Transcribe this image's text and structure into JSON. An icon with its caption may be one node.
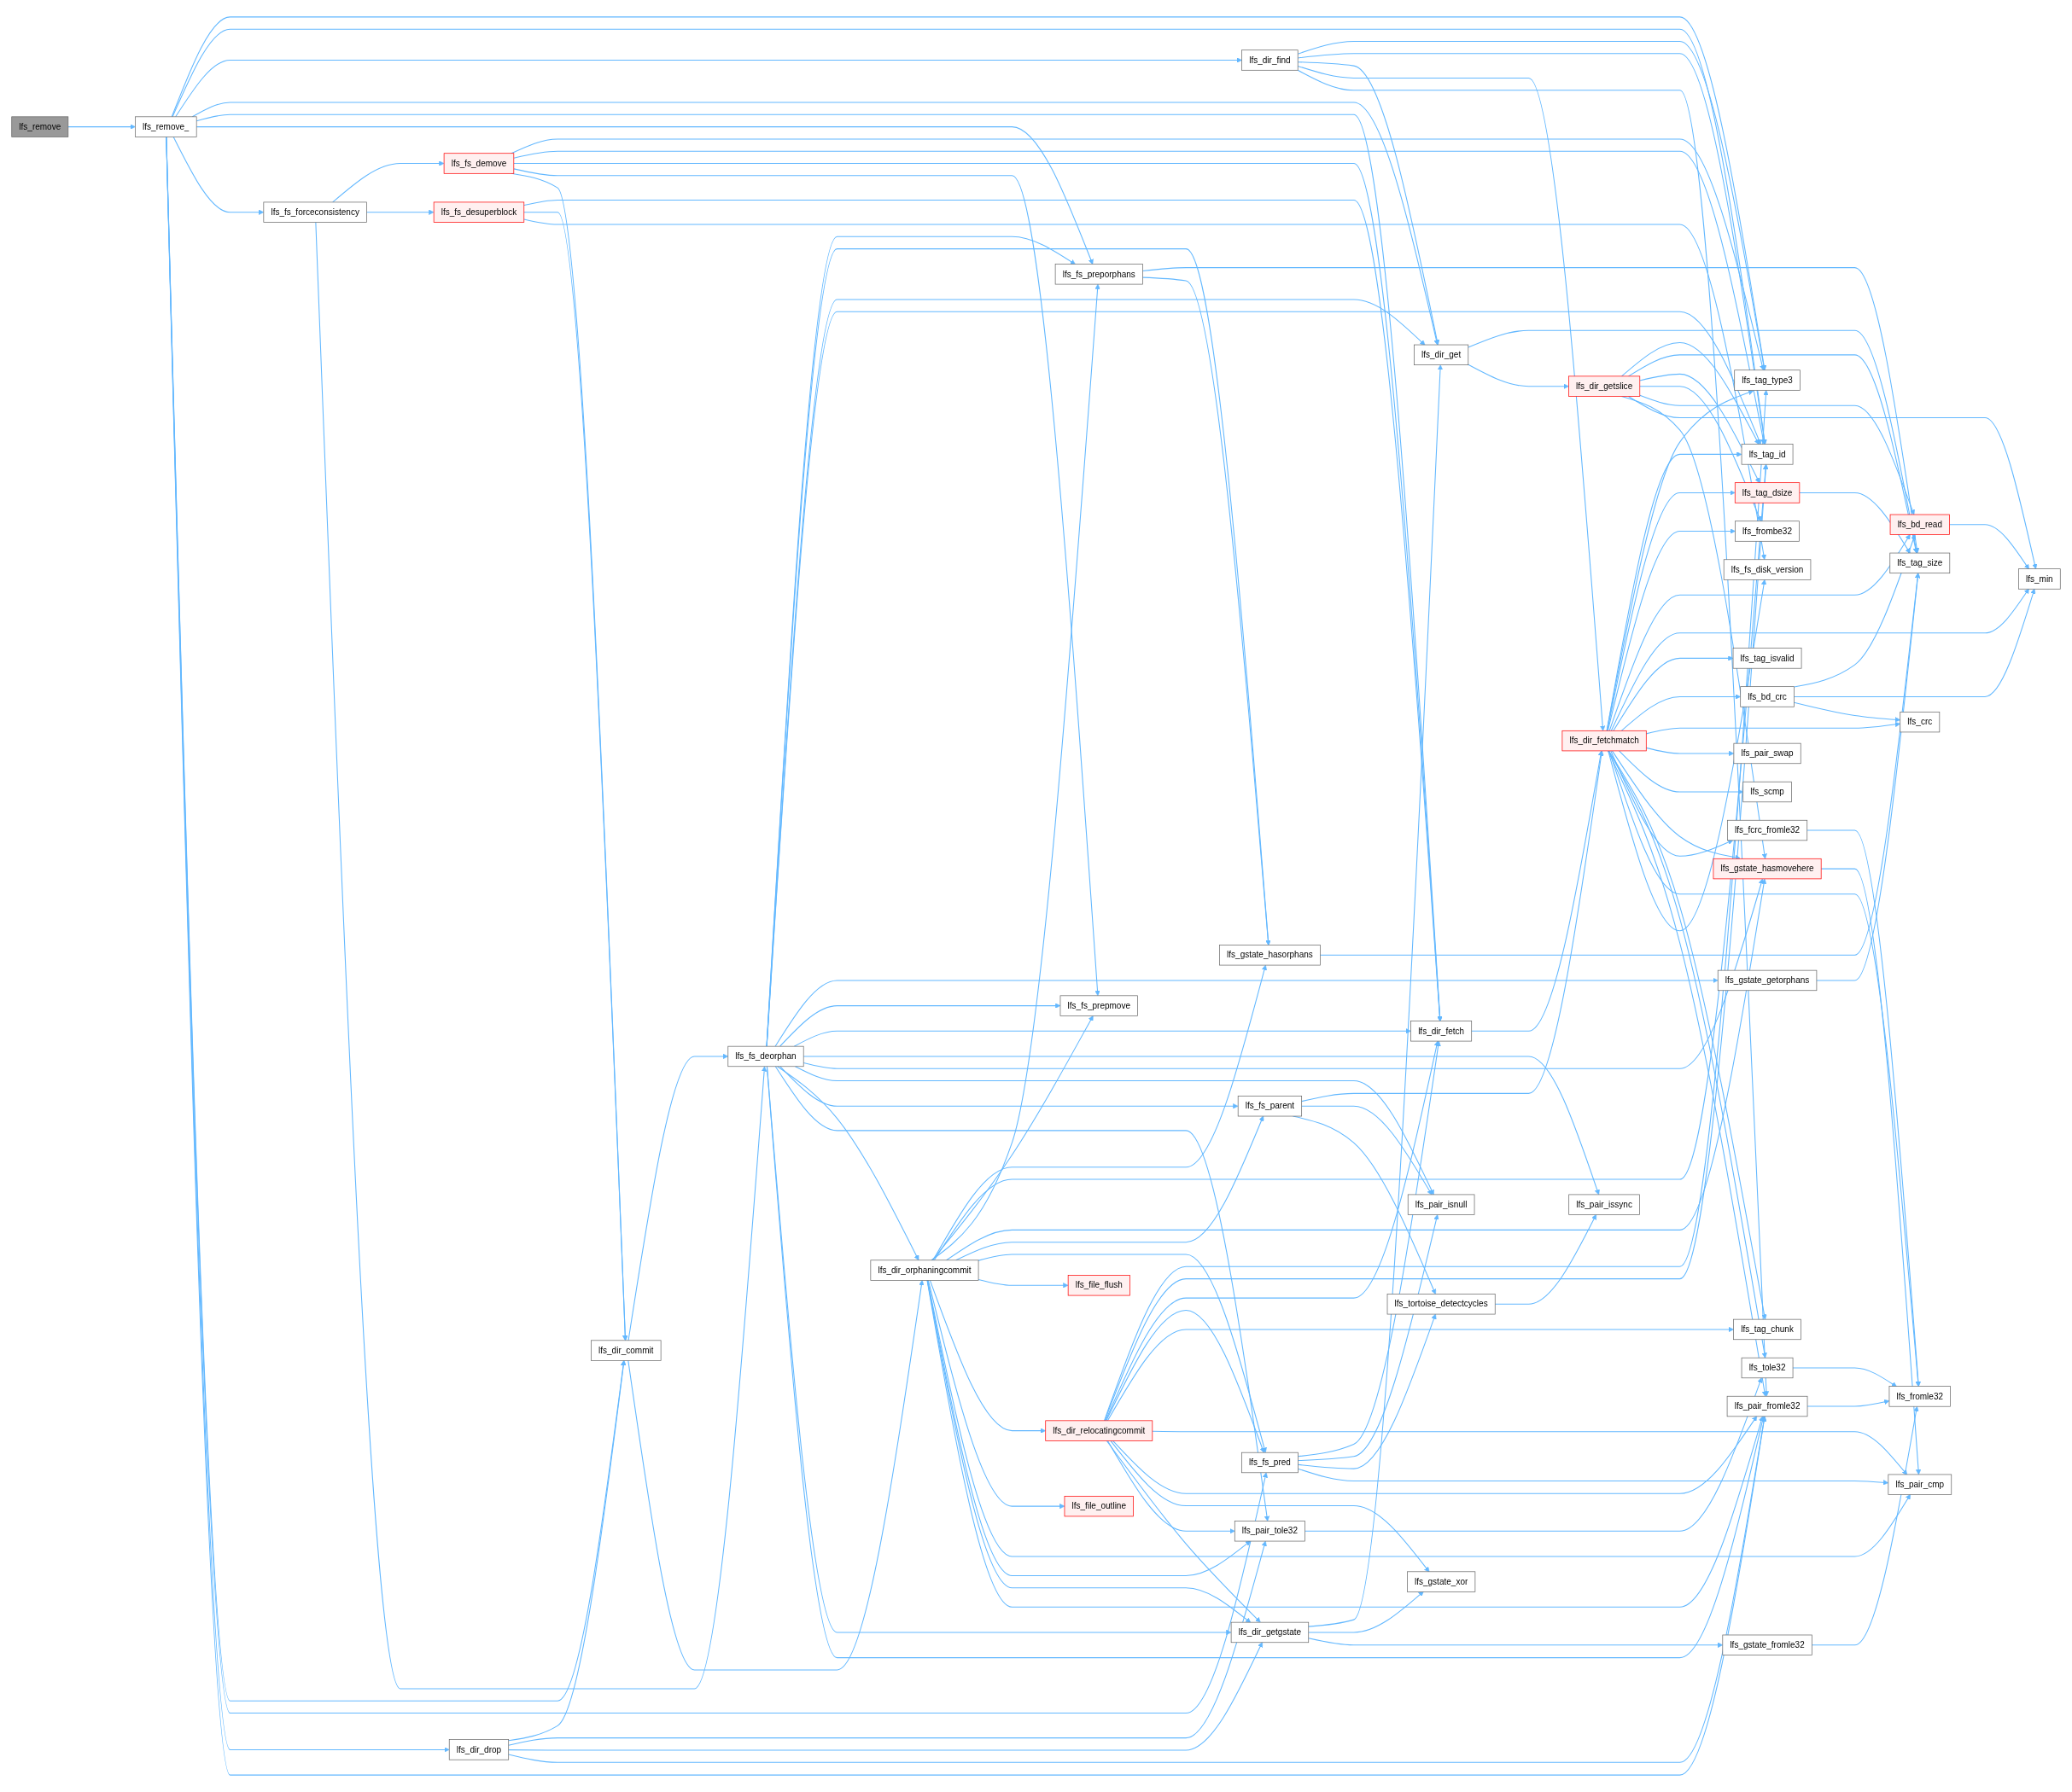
{
  "diagram": {
    "nodes": [
      {
        "text": [
          "lfs_remove"
        ]
      },
      {
        "text": [
          "lfs_remove_"
        ]
      },
      {
        "text": [
          "lfs_fs_forceconsistency"
        ]
      },
      {
        "text": [
          "lfs_dir_drop"
        ]
      },
      {
        "text": [
          "lfs_fs_demove"
        ]
      },
      {
        "text": [
          "lfs_fs_desuperblock"
        ]
      },
      {
        "text": [
          "lfs_dir_commit"
        ]
      },
      {
        "text": [
          "lfs_fs_deorphan"
        ]
      },
      {
        "text": [
          "lfs_gstate_getorphans"
        ]
      },
      {
        "text": [
          "lfs_dir_orphaningcommit"
        ]
      },
      {
        "text": [
          "lfs_fs_preporphans"
        ]
      },
      {
        "text": [
          "lfs_fs_prepmove"
        ]
      },
      {
        "text": [
          "lfs_file_flush"
        ]
      },
      {
        "text": [
          "lfs_dir_relocatingcommit"
        ]
      },
      {
        "text": [
          "lfs_file_outline"
        ]
      },
      {
        "text": [
          "lfs_dir_find"
        ]
      },
      {
        "text": [
          "lfs_gstate_hasorphans"
        ]
      },
      {
        "text": [
          "lfs_fs_parent"
        ]
      },
      {
        "text": [
          "lfs_fs_pred"
        ]
      },
      {
        "text": [
          "lfs_pair_tole32"
        ]
      },
      {
        "text": [
          "lfs_dir_getgstate"
        ]
      },
      {
        "text": [
          "lfs_dir_get"
        ]
      },
      {
        "text": [
          "lfs_dir_fetch"
        ]
      },
      {
        "text": [
          "lfs_pair_issync"
        ]
      },
      {
        "text": [
          "lfs_pair_isnull"
        ]
      },
      {
        "text": [
          "lfs_tortoise_detectcycles"
        ]
      },
      {
        "text": [
          "lfs_gstate_xor"
        ]
      },
      {
        "text": [
          "lfs_gstate_fromle32"
        ]
      },
      {
        "text": [
          "lfs_dir_getslice"
        ]
      },
      {
        "text": [
          "lfs_dir_fetchmatch"
        ]
      },
      {
        "text": [
          "lfs_tag_type3"
        ]
      },
      {
        "text": [
          "lfs_tag_id"
        ]
      },
      {
        "text": [
          "lfs_tag_dsize"
        ]
      },
      {
        "text": [
          "lfs_frombe32"
        ]
      },
      {
        "text": [
          "lfs_tag_isvalid"
        ]
      },
      {
        "text": [
          "lfs_bd_crc"
        ]
      },
      {
        "text": [
          "lfs_pair_swap"
        ]
      },
      {
        "text": [
          "lfs_scmp"
        ]
      },
      {
        "text": [
          "lfs_gstate_hasmovehere"
        ]
      },
      {
        "text": [
          "lfs_fcrc_fromle32"
        ]
      },
      {
        "text": [
          "lfs_tag_chunk"
        ]
      },
      {
        "text": [
          "lfs_tole32"
        ]
      },
      {
        "text": [
          "lfs_fs_disk_version"
        ]
      },
      {
        "text": [
          "lfs_pair_fromle32"
        ]
      },
      {
        "text": [
          "lfs_tag_size"
        ]
      },
      {
        "text": [
          "lfs_bd_read"
        ]
      },
      {
        "text": [
          "lfs_crc"
        ]
      },
      {
        "text": [
          "lfs_pair_cmp"
        ]
      },
      {
        "text": [
          "lfs_fromle32"
        ]
      },
      {
        "text": [
          "lfs_min"
        ]
      }
    ],
    "edges": [
      {
        "from": 0,
        "to": 1,
        "arrow": "to"
      },
      {
        "from": 1,
        "to": 30,
        "arrow": "to"
      },
      {
        "from": 1,
        "to": 31,
        "arrow": "to"
      },
      {
        "from": 1,
        "to": 15,
        "arrow": "to"
      },
      {
        "from": 1,
        "to": 21,
        "arrow": "to"
      },
      {
        "from": 1,
        "to": 22,
        "arrow": "to"
      },
      {
        "from": 1,
        "to": 10,
        "arrow": "to"
      },
      {
        "from": 1,
        "to": 2,
        "arrow": "to"
      },
      {
        "from": 1,
        "to": 6,
        "arrow": "to"
      },
      {
        "from": 1,
        "to": 18,
        "arrow": "to"
      },
      {
        "from": 1,
        "to": 3,
        "arrow": "to"
      },
      {
        "from": 1,
        "to": 43,
        "arrow": "to"
      },
      {
        "from": 2,
        "to": 4,
        "arrow": "to"
      },
      {
        "from": 2,
        "to": 5,
        "arrow": "to"
      },
      {
        "from": 2,
        "to": 7,
        "arrow": "to"
      },
      {
        "from": 3,
        "to": 6,
        "arrow": "to"
      },
      {
        "from": 3,
        "to": 19,
        "arrow": "to"
      },
      {
        "from": 3,
        "to": 20,
        "arrow": "to"
      },
      {
        "from": 3,
        "to": 43,
        "arrow": "to"
      },
      {
        "from": 4,
        "to": 30,
        "arrow": "to"
      },
      {
        "from": 4,
        "to": 31,
        "arrow": "to"
      },
      {
        "from": 4,
        "to": 22,
        "arrow": "to"
      },
      {
        "from": 4,
        "to": 11,
        "arrow": "to"
      },
      {
        "from": 4,
        "to": 6,
        "arrow": "to"
      },
      {
        "from": 5,
        "to": 22,
        "arrow": "to"
      },
      {
        "from": 5,
        "to": 6,
        "arrow": "to"
      },
      {
        "from": 5,
        "to": 42,
        "arrow": "to"
      },
      {
        "from": 6,
        "to": 7,
        "arrow": "to"
      },
      {
        "from": 6,
        "to": 9,
        "arrow": "to"
      },
      {
        "from": 7,
        "to": 10,
        "arrow": "to"
      },
      {
        "from": 7,
        "to": 16,
        "arrow": "to"
      },
      {
        "from": 7,
        "to": 21,
        "arrow": "to"
      },
      {
        "from": 7,
        "to": 31,
        "arrow": "to"
      },
      {
        "from": 7,
        "to": 8,
        "arrow": "to"
      },
      {
        "from": 7,
        "to": 11,
        "arrow": "to"
      },
      {
        "from": 7,
        "to": 22,
        "arrow": "to"
      },
      {
        "from": 7,
        "to": 23,
        "arrow": "to"
      },
      {
        "from": 7,
        "to": 38,
        "arrow": "to"
      },
      {
        "from": 7,
        "to": 24,
        "arrow": "to"
      },
      {
        "from": 7,
        "to": 17,
        "arrow": "to"
      },
      {
        "from": 7,
        "to": 9,
        "arrow": "to"
      },
      {
        "from": 7,
        "to": 19,
        "arrow": "to"
      },
      {
        "from": 7,
        "to": 20,
        "arrow": "to"
      },
      {
        "from": 7,
        "to": 43,
        "arrow": "to"
      },
      {
        "from": 8,
        "to": 44,
        "arrow": "to"
      },
      {
        "from": 9,
        "to": 10,
        "arrow": "to"
      },
      {
        "from": 9,
        "to": 11,
        "arrow": "to"
      },
      {
        "from": 9,
        "to": 16,
        "arrow": "to"
      },
      {
        "from": 9,
        "to": 31,
        "arrow": "to"
      },
      {
        "from": 9,
        "to": 38,
        "arrow": "to"
      },
      {
        "from": 9,
        "to": 17,
        "arrow": "to"
      },
      {
        "from": 9,
        "to": 18,
        "arrow": "to"
      },
      {
        "from": 9,
        "to": 12,
        "arrow": "to"
      },
      {
        "from": 9,
        "to": 13,
        "arrow": "to"
      },
      {
        "from": 9,
        "to": 14,
        "arrow": "to"
      },
      {
        "from": 9,
        "to": 47,
        "arrow": "to"
      },
      {
        "from": 9,
        "to": 19,
        "arrow": "to"
      },
      {
        "from": 9,
        "to": 20,
        "arrow": "to"
      },
      {
        "from": 9,
        "to": 43,
        "arrow": "to"
      },
      {
        "from": 10,
        "to": 44,
        "arrow": "to"
      },
      {
        "from": 10,
        "to": 16,
        "arrow": "to"
      },
      {
        "from": 13,
        "to": 30,
        "arrow": "to"
      },
      {
        "from": 13,
        "to": 31,
        "arrow": "to"
      },
      {
        "from": 13,
        "to": 22,
        "arrow": "to"
      },
      {
        "from": 13,
        "to": 18,
        "arrow": "to"
      },
      {
        "from": 13,
        "to": 40,
        "arrow": "to"
      },
      {
        "from": 13,
        "to": 47,
        "arrow": "to"
      },
      {
        "from": 13,
        "to": 43,
        "arrow": "to"
      },
      {
        "from": 13,
        "to": 26,
        "arrow": "to"
      },
      {
        "from": 13,
        "to": 19,
        "arrow": "to"
      },
      {
        "from": 13,
        "to": 20,
        "arrow": "to"
      },
      {
        "from": 15,
        "to": 30,
        "arrow": "to"
      },
      {
        "from": 15,
        "to": 31,
        "arrow": "to"
      },
      {
        "from": 15,
        "to": 21,
        "arrow": "to"
      },
      {
        "from": 15,
        "to": 29,
        "arrow": "to"
      },
      {
        "from": 15,
        "to": 43,
        "arrow": "to"
      },
      {
        "from": 16,
        "to": 44,
        "arrow": "to"
      },
      {
        "from": 17,
        "to": 29,
        "arrow": "to"
      },
      {
        "from": 17,
        "to": 24,
        "arrow": "to"
      },
      {
        "from": 17,
        "to": 25,
        "arrow": "to"
      },
      {
        "from": 18,
        "to": 22,
        "arrow": "to"
      },
      {
        "from": 18,
        "to": 24,
        "arrow": "to"
      },
      {
        "from": 18,
        "to": 25,
        "arrow": "to"
      },
      {
        "from": 18,
        "to": 47,
        "arrow": "to"
      },
      {
        "from": 19,
        "to": 41,
        "arrow": "to"
      },
      {
        "from": 20,
        "to": 21,
        "arrow": "to"
      },
      {
        "from": 20,
        "to": 26,
        "arrow": "to"
      },
      {
        "from": 20,
        "to": 27,
        "arrow": "to"
      },
      {
        "from": 21,
        "to": 44,
        "arrow": "to"
      },
      {
        "from": 21,
        "to": 28,
        "arrow": "to"
      },
      {
        "from": 22,
        "to": 29,
        "arrow": "to"
      },
      {
        "from": 25,
        "to": 23,
        "arrow": "to"
      },
      {
        "from": 27,
        "to": 48,
        "arrow": "to"
      },
      {
        "from": 28,
        "to": 31,
        "arrow": "to"
      },
      {
        "from": 28,
        "to": 44,
        "arrow": "to"
      },
      {
        "from": 28,
        "to": 32,
        "arrow": "to"
      },
      {
        "from": 28,
        "to": 33,
        "arrow": "to"
      },
      {
        "from": 28,
        "to": 45,
        "arrow": "to"
      },
      {
        "from": 28,
        "to": 49,
        "arrow": "to"
      },
      {
        "from": 28,
        "to": 38,
        "arrow": "to"
      },
      {
        "from": 29,
        "to": 30,
        "arrow": "to"
      },
      {
        "from": 29,
        "to": 31,
        "arrow": "to"
      },
      {
        "from": 29,
        "to": 32,
        "arrow": "to"
      },
      {
        "from": 29,
        "to": 33,
        "arrow": "to"
      },
      {
        "from": 29,
        "to": 45,
        "arrow": "to"
      },
      {
        "from": 29,
        "to": 49,
        "arrow": "to"
      },
      {
        "from": 29,
        "to": 34,
        "arrow": "to"
      },
      {
        "from": 29,
        "to": 35,
        "arrow": "to"
      },
      {
        "from": 29,
        "to": 46,
        "arrow": "to"
      },
      {
        "from": 29,
        "to": 36,
        "arrow": "to"
      },
      {
        "from": 29,
        "to": 37,
        "arrow": "to"
      },
      {
        "from": 29,
        "to": 38,
        "arrow": "to"
      },
      {
        "from": 29,
        "to": 39,
        "arrow": "to"
      },
      {
        "from": 29,
        "to": 48,
        "arrow": "to"
      },
      {
        "from": 29,
        "to": 40,
        "arrow": "to"
      },
      {
        "from": 29,
        "to": 41,
        "arrow": "to"
      },
      {
        "from": 29,
        "to": 42,
        "arrow": "to"
      },
      {
        "from": 29,
        "to": 43,
        "arrow": "to"
      },
      {
        "from": 32,
        "to": 44,
        "arrow": "to"
      },
      {
        "from": 35,
        "to": 45,
        "arrow": "to"
      },
      {
        "from": 35,
        "to": 49,
        "arrow": "to"
      },
      {
        "from": 35,
        "to": 46,
        "arrow": "to"
      },
      {
        "from": 38,
        "to": 47,
        "arrow": "to"
      },
      {
        "from": 39,
        "to": 48,
        "arrow": "to"
      },
      {
        "from": 41,
        "to": 48,
        "arrow": "to"
      },
      {
        "from": 43,
        "to": 48,
        "arrow": "to"
      },
      {
        "from": 45,
        "to": 49,
        "arrow": "to"
      }
    ]
  }
}
